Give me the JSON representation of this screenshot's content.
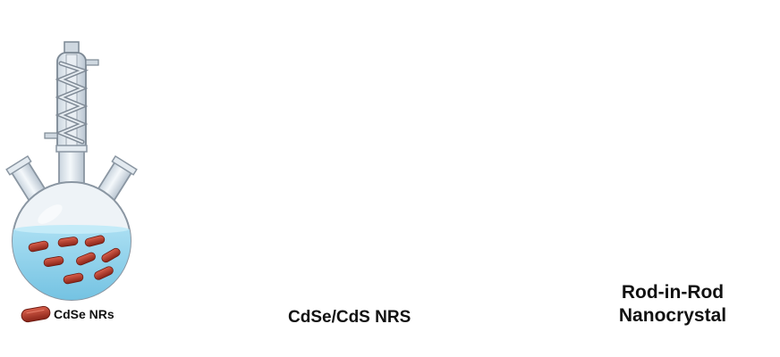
{
  "labels": {
    "cdse_nrs": "CdSe NRs",
    "cdse_cds_nrs": "CdSe/CdS NRS",
    "final_line1": "Rod-in-Rod",
    "final_line2": "Nanocrystal"
  },
  "colors": {
    "liquid": "#8fd0ea",
    "glass": "#dde6ee",
    "glass_stroke": "#8a96a2",
    "cdse_rod": "#b3382a",
    "cds_rod": "#b9d66a",
    "arrow": "#bdbdbd",
    "capsule_shell": "#f3cf1d",
    "capsule_core": "#e0201c",
    "syringe_plunger": "#2a3b8f"
  },
  "icons": {
    "flask": "three-neck-flask-icon",
    "condenser": "reflux-condenser-icon",
    "syringe": "syringe-icon",
    "arrow": "right-arrow-icon",
    "rod": "nanorod-icon"
  }
}
